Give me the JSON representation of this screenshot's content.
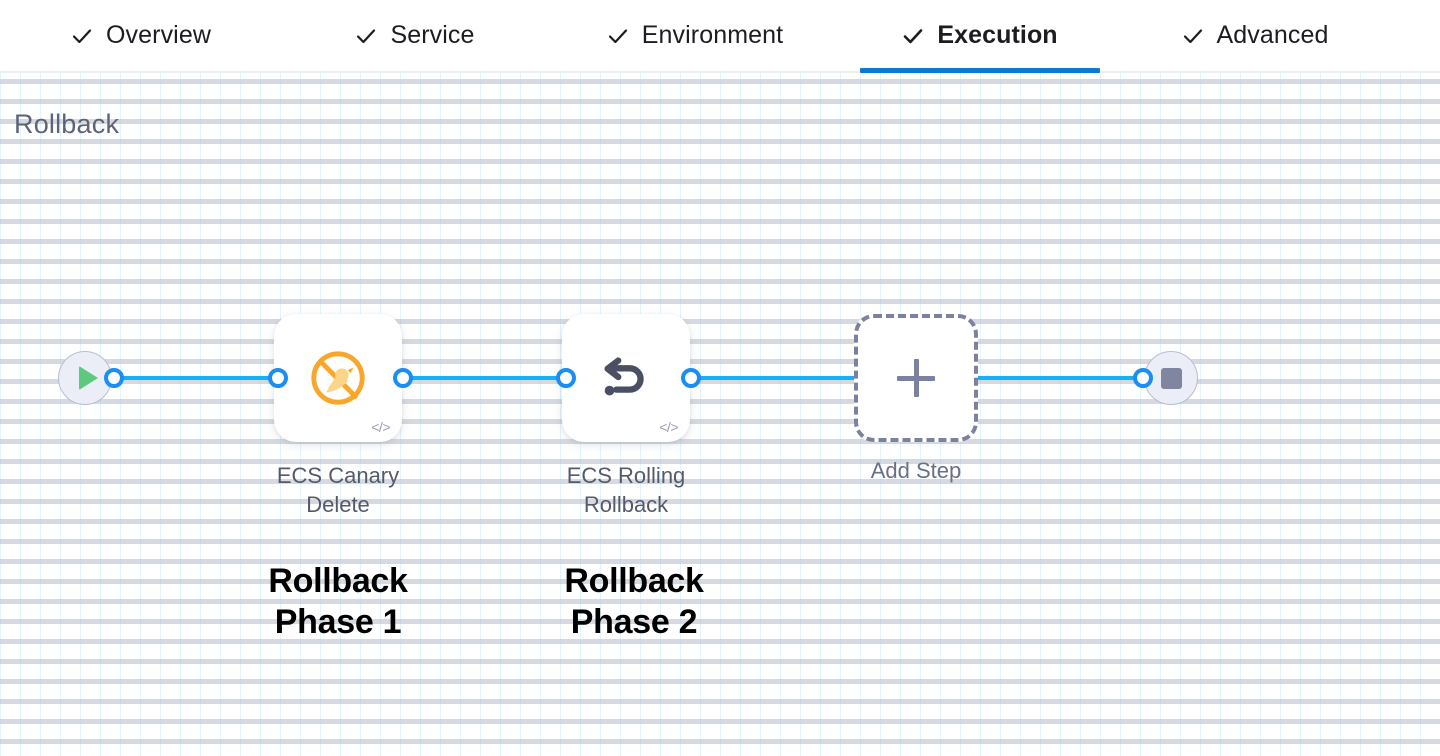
{
  "tabs": [
    {
      "label": "Overview",
      "icon": "check-icon",
      "active": false
    },
    {
      "label": "Service",
      "icon": "check-icon",
      "active": false
    },
    {
      "label": "Environment",
      "icon": "check-icon",
      "active": false
    },
    {
      "label": "Execution",
      "icon": "check-icon",
      "active": true
    },
    {
      "label": "Advanced",
      "icon": "check-icon",
      "active": false
    }
  ],
  "canvas": {
    "section_title": "Rollback",
    "start_node": {
      "icon": "play-icon",
      "name": "start"
    },
    "end_node": {
      "icon": "stop-icon",
      "name": "end"
    },
    "steps": [
      {
        "label_line1": "ECS Canary",
        "label_line2": "Delete",
        "icon": "ecs-canary-icon",
        "badge": "</>",
        "annotation_line1": "Rollback",
        "annotation_line2": "Phase 1"
      },
      {
        "label_line1": "ECS Rolling",
        "label_line2": "Rollback",
        "icon": "rollback-arrow-icon",
        "badge": "</>",
        "annotation_line1": "Rollback",
        "annotation_line2": "Phase 2"
      }
    ],
    "add_step": {
      "label": "Add Step",
      "icon": "plus-icon"
    }
  },
  "colors": {
    "accent_blue": "#0b7ad6",
    "edge_blue": "#18b0f5",
    "port_blue": "#1a8ef2",
    "title_gray": "#5d6378",
    "icon_orange": "#f9a72b",
    "icon_dark": "#4b4f63",
    "play_green": "#5dc97f",
    "stop_gray": "#8086a0",
    "dashed_border": "#7d81a0"
  }
}
